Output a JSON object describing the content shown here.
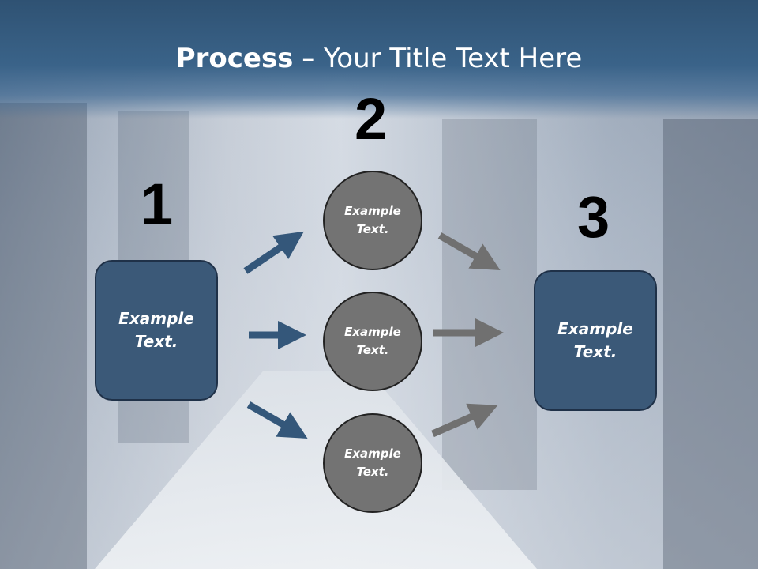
{
  "slide": {
    "title_bold": "Process",
    "title_rest": " – Your Title Text Here"
  },
  "steps": {
    "one": "1",
    "two": "2",
    "three": "3"
  },
  "boxes": {
    "left": "Example\nText.",
    "right": "Example\nText."
  },
  "circles": {
    "top": "Example\nText.",
    "middle": "Example\nText.",
    "bottom": "Example\nText."
  },
  "colors": {
    "header": "#3a6389",
    "box_fill": "#3b5978",
    "circle_fill": "#737373",
    "arrow_blue": "#34577a",
    "arrow_gray": "#707070"
  },
  "icons": {
    "arrow": "arrow-icon"
  }
}
